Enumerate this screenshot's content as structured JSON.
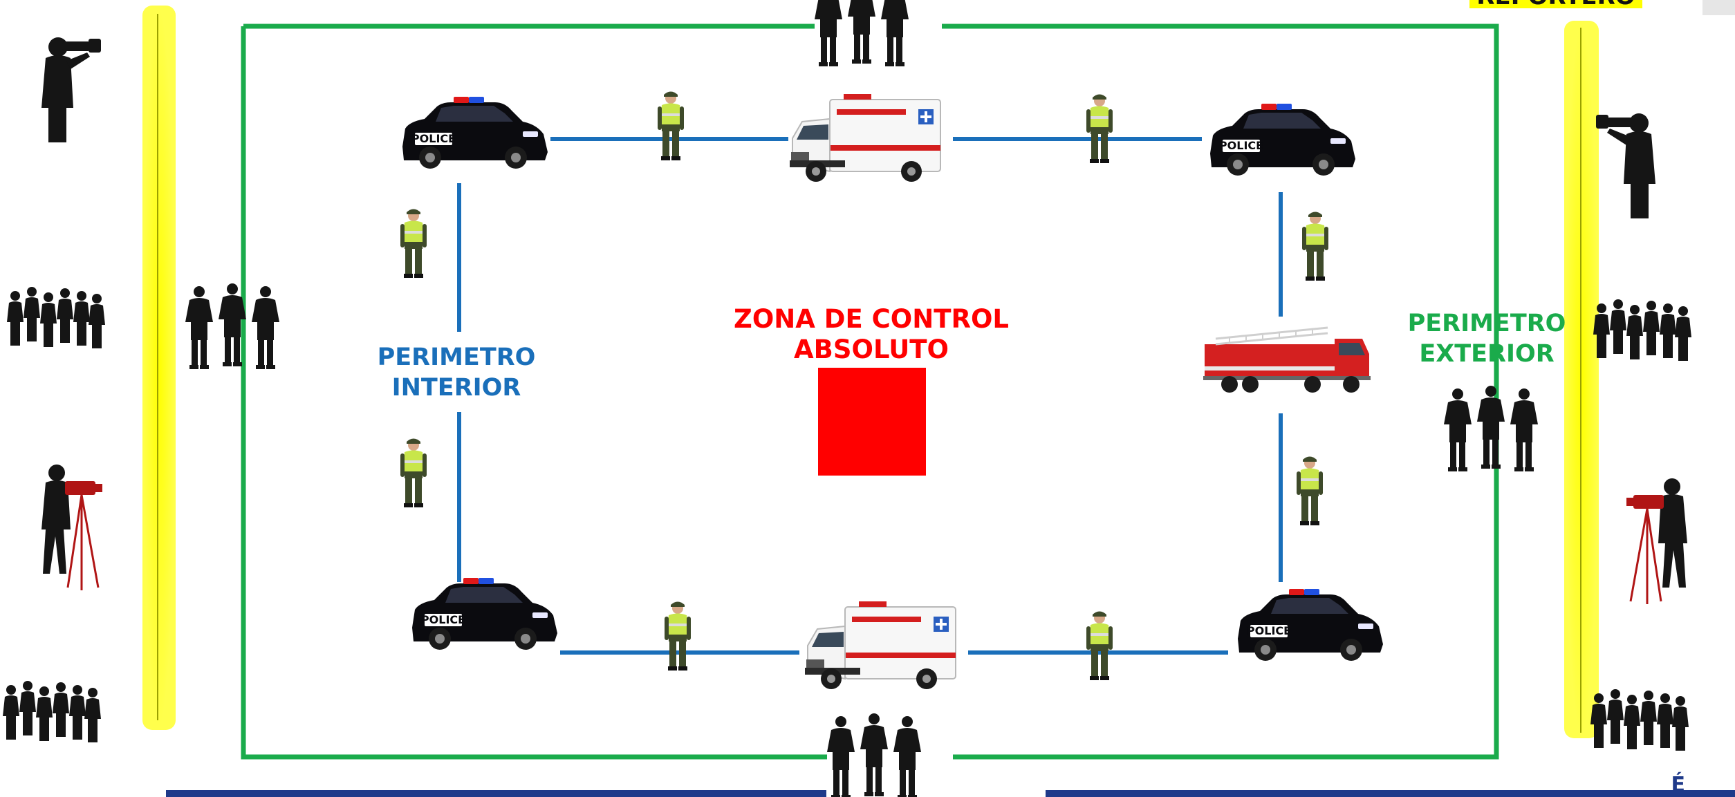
{
  "labels": {
    "zone_line1": "ZONA DE CONTROL",
    "zone_line2": "ABSOLUTO",
    "interior_line1": "PERIMETRO",
    "interior_line2": "INTERIOR",
    "exterior_line1": "PERIMETRO",
    "exterior_line2": "EXTERIOR",
    "reportero": "REPORTERO",
    "footer_accent": "É"
  },
  "colors": {
    "exterior_perimeter": "#1aab4b",
    "interior_perimeter": "#1a6fba",
    "control_zone": "#ff0000",
    "press_line": "#ffff00",
    "reportero_bg": "#ffff00",
    "footer_bar": "#1f3a8a",
    "silhouette": "#151515",
    "interior_label": "#1a6fba",
    "exterior_label": "#1aab4b",
    "zone_label": "#ff0000"
  },
  "icons": {
    "police_car": "police-car-icon",
    "ambulance": "ambulance-icon",
    "fire_truck": "fire-truck-icon",
    "traffic_officer": "traffic-officer-icon",
    "police_group": "police-group-icon",
    "crowd": "crowd-icon",
    "photographer": "photographer-icon",
    "cameraman": "cameraman-icon"
  }
}
